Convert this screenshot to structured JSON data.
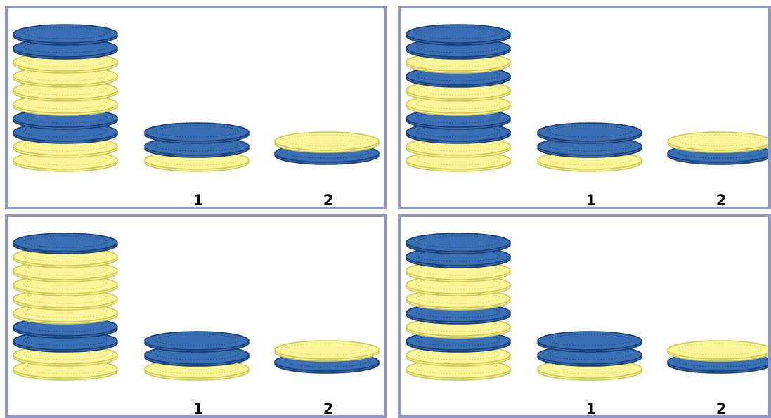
{
  "colors": {
    "blue_plate": "#3a6fb3",
    "blue_plate_rim": "#173b73",
    "yellow_plate": "#fbf59a",
    "yellow_plate_rim": "#cfc658",
    "frame": "#8d96c4"
  },
  "panels": [
    {
      "tall_stack": [
        "blue",
        "blue",
        "yellow",
        "yellow",
        "yellow",
        "yellow",
        "blue",
        "blue",
        "yellow",
        "yellow"
      ],
      "option_1": [
        "blue",
        "blue",
        "yellow"
      ],
      "option_2": [
        "yellow",
        "blue"
      ],
      "label_1": "1",
      "label_2": "2"
    },
    {
      "tall_stack": [
        "blue",
        "blue",
        "yellow",
        "blue",
        "yellow",
        "yellow",
        "blue",
        "blue",
        "yellow",
        "yellow"
      ],
      "option_1": [
        "blue",
        "blue",
        "yellow"
      ],
      "option_2": [
        "yellow",
        "blue"
      ],
      "label_1": "1",
      "label_2": "2"
    },
    {
      "tall_stack": [
        "blue",
        "yellow",
        "yellow",
        "yellow",
        "yellow",
        "yellow",
        "blue",
        "blue",
        "yellow",
        "yellow"
      ],
      "option_1": [
        "blue",
        "blue",
        "yellow"
      ],
      "option_2": [
        "yellow",
        "blue"
      ],
      "label_1": "1",
      "label_2": "2"
    },
    {
      "tall_stack": [
        "blue",
        "blue",
        "yellow",
        "yellow",
        "yellow",
        "blue",
        "yellow",
        "blue",
        "yellow",
        "yellow"
      ],
      "option_1": [
        "blue",
        "blue",
        "yellow"
      ],
      "option_2": [
        "yellow",
        "blue"
      ],
      "label_1": "1",
      "label_2": "2"
    }
  ]
}
